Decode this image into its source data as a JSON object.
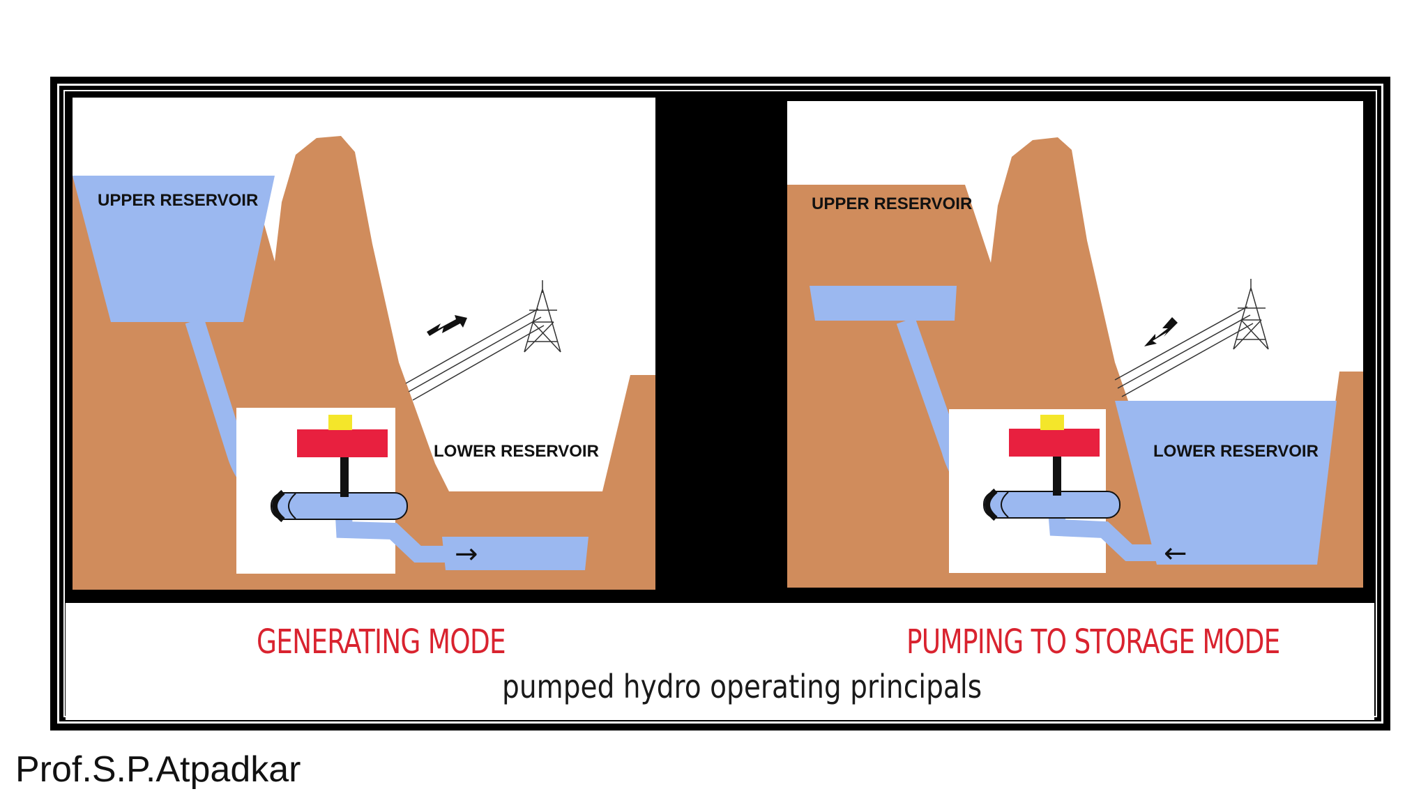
{
  "panels": [
    {
      "upper_label": "UPPER RESERVOIR",
      "lower_label": "LOWER RESERVOIR",
      "mode_label": "GENERATING MODE",
      "flow_arrow": "→"
    },
    {
      "upper_label": "UPPER RESERVOIR",
      "lower_label": "LOWER RESERVOIR",
      "mode_label": "PUMPING TO STORAGE MODE",
      "flow_arrow": "←"
    }
  ],
  "caption": "pumped hydro operating principals",
  "author": "Prof.S.P.Atpadkar",
  "colors": {
    "earth": "#d08c5c",
    "water": "#9bb8f0",
    "generator": "#e8203f",
    "exciter": "#f4e62a",
    "mode_label": "#d9232f"
  }
}
